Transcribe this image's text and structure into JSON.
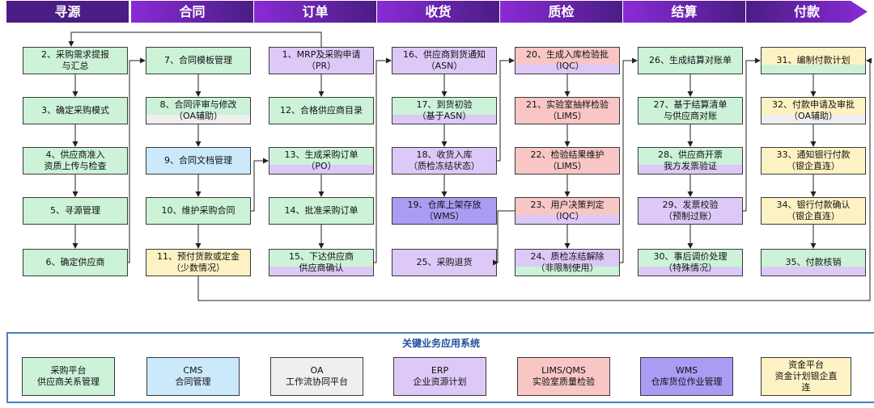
{
  "phases": [
    "寻源",
    "合同",
    "订单",
    "收货",
    "质检",
    "结算",
    "付款"
  ],
  "colors": {
    "green": "#ccf2d8",
    "purple": "#ddc9f7",
    "blue": "#cce9fb",
    "gray": "#efefef",
    "pink": "#f8c6c5",
    "yellow": "#fdf2c3",
    "wms": "#a99cf3",
    "phase_dark": "#4a1d84",
    "phase_light": "#8a2bd6"
  },
  "columns": [
    [
      {
        "id": "n2",
        "lines": [
          "2、采购需求提报",
          "与汇总"
        ],
        "color": "green"
      },
      {
        "id": "n3",
        "lines": [
          "3、确定采购模式"
        ],
        "color": "green"
      },
      {
        "id": "n4",
        "lines": [
          "4、供应商准入",
          "资质上传与检查"
        ],
        "color": "green"
      },
      {
        "id": "n5",
        "lines": [
          "5、寻源管理"
        ],
        "color": "green"
      },
      {
        "id": "n6",
        "lines": [
          "6、确定供应商"
        ],
        "color": "green"
      }
    ],
    [
      {
        "id": "n7",
        "lines": [
          "7、合同模板管理"
        ],
        "color": "green"
      },
      {
        "id": "n8",
        "lines": [
          "8、合同评审与修改",
          "（OA辅助）"
        ],
        "color": "green",
        "color2": "gray"
      },
      {
        "id": "n9",
        "lines": [
          "9、合同文档管理"
        ],
        "color": "blue"
      },
      {
        "id": "n10",
        "lines": [
          "10、维护采购合同"
        ],
        "color": "green"
      },
      {
        "id": "n11",
        "lines": [
          "11、预付货款或定金",
          "（少数情况）"
        ],
        "color": "yellow"
      }
    ],
    [
      {
        "id": "n1",
        "lines": [
          "1、MRP及采购申请",
          "（PR）"
        ],
        "color": "purple"
      },
      {
        "id": "n12",
        "lines": [
          "12、合格供应商目录"
        ],
        "color": "green"
      },
      {
        "id": "n13",
        "lines": [
          "13、生成采购订单",
          "（PO）"
        ],
        "color": "green",
        "color2": "purple"
      },
      {
        "id": "n14",
        "lines": [
          "14、批准采购订单"
        ],
        "color": "green"
      },
      {
        "id": "n15",
        "lines": [
          "15、下达供应商",
          "供应商确认"
        ],
        "color": "green",
        "color2": "purple"
      }
    ],
    [
      {
        "id": "n16",
        "lines": [
          "16、供应商到货通知",
          "（ASN）"
        ],
        "color": "purple"
      },
      {
        "id": "n17",
        "lines": [
          "17、到货初验",
          "（基于ASN）"
        ],
        "color": "green",
        "color2": "purple"
      },
      {
        "id": "n18",
        "lines": [
          "18、收货入库",
          "（质检冻结状态）"
        ],
        "color": "purple"
      },
      {
        "id": "n19",
        "lines": [
          "19、仓库上架存放",
          "（WMS）"
        ],
        "color": "wms"
      },
      {
        "id": "n25",
        "lines": [
          "25、采购退货"
        ],
        "color": "purple"
      }
    ],
    [
      {
        "id": "n20",
        "lines": [
          "20、生成入库检验批",
          "（IQC）"
        ],
        "color": "pink",
        "color2": "purple"
      },
      {
        "id": "n21",
        "lines": [
          "21、实验室抽样检验",
          "（LIMS）"
        ],
        "color": "pink"
      },
      {
        "id": "n22",
        "lines": [
          "22、检验结果维护",
          "（LIMS）"
        ],
        "color": "pink"
      },
      {
        "id": "n23",
        "lines": [
          "23、用户决策判定",
          "（IQC）"
        ],
        "color": "pink",
        "color2": "purple"
      },
      {
        "id": "n24",
        "lines": [
          "24、质检冻结解除",
          "（非限制使用）"
        ],
        "color": "purple",
        "color2": "green"
      }
    ],
    [
      {
        "id": "n26",
        "lines": [
          "26、生成结算对账单"
        ],
        "color": "green"
      },
      {
        "id": "n27",
        "lines": [
          "27、基于结算清单",
          "与供应商对账"
        ],
        "color": "green"
      },
      {
        "id": "n28",
        "lines": [
          "28、供应商开票",
          "我方发票验证"
        ],
        "color": "green",
        "color2": "purple"
      },
      {
        "id": "n29",
        "lines": [
          "29、发票校验",
          "（预制过账）"
        ],
        "color": "purple"
      },
      {
        "id": "n30",
        "lines": [
          "30、事后调价处理",
          "（特殊情况）"
        ],
        "color": "green",
        "color2": "purple"
      }
    ],
    [
      {
        "id": "n31",
        "lines": [
          "31、编制付款计划"
        ],
        "color": "yellow",
        "color2": "green"
      },
      {
        "id": "n32",
        "lines": [
          "32、付款申请及审批",
          "（OA辅助）"
        ],
        "color": "yellow",
        "color2": "gray"
      },
      {
        "id": "n33",
        "lines": [
          "33、通知银行付款",
          "（银企直连）"
        ],
        "color": "yellow"
      },
      {
        "id": "n34",
        "lines": [
          "34、银行付款确认",
          "（银企直连）"
        ],
        "color": "yellow"
      },
      {
        "id": "n35",
        "lines": [
          "35、付款核销"
        ],
        "color": "green",
        "color2": "purple"
      }
    ]
  ],
  "systems_panel": {
    "title": "关键业务应用系统",
    "items": [
      {
        "lines": [
          "采购平台",
          "供应商关系管理"
        ],
        "color": "green"
      },
      {
        "lines": [
          "CMS",
          "合同管理"
        ],
        "color": "blue"
      },
      {
        "lines": [
          "OA",
          "工作流协同平台"
        ],
        "color": "gray"
      },
      {
        "lines": [
          "ERP",
          "企业资源计划"
        ],
        "color": "purple"
      },
      {
        "lines": [
          "LIMS/QMS",
          "实验室质量检验"
        ],
        "color": "pink"
      },
      {
        "lines": [
          "WMS",
          "仓库货位作业管理"
        ],
        "color": "wms"
      },
      {
        "lines": [
          "资金平台",
          "资金计划银企直",
          "连"
        ],
        "color": "yellow"
      }
    ]
  }
}
